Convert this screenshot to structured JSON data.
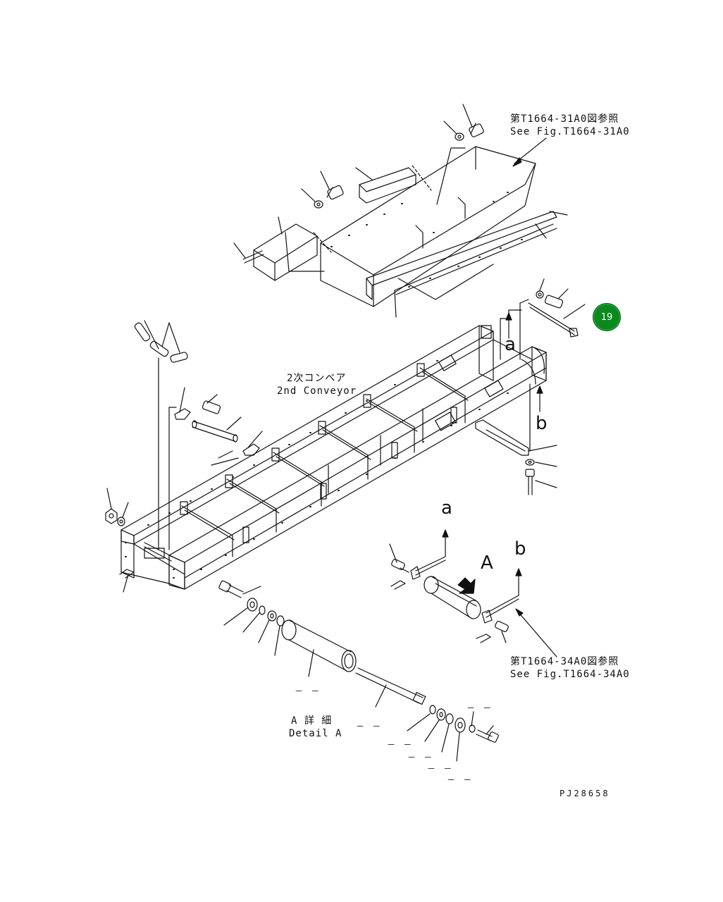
{
  "ref_top": {
    "jp": "第T1664-31A0図参照",
    "en": "See Fig.T1664-31A0"
  },
  "ref_bottom": {
    "jp": "第T1664-34A0図参照",
    "en": "See Fig.T1664-34A0"
  },
  "conveyor_label": {
    "jp": "2次コンベア",
    "en": "2nd Conveyor"
  },
  "detail_label": {
    "jp": "A 詳 細",
    "en": "Detail A"
  },
  "arrow_labels": {
    "a_upper": "a",
    "b_upper": "b",
    "a_lower": "a",
    "b_lower": "b",
    "view_a": "A"
  },
  "badge": {
    "number": "19",
    "color": "#0a8a1e"
  },
  "drawing_code": "PJ28658",
  "blank_callouts": [
    "－ －",
    "－ －",
    "－ －",
    "－ －",
    "－ －",
    "－ －",
    "－ －"
  ]
}
